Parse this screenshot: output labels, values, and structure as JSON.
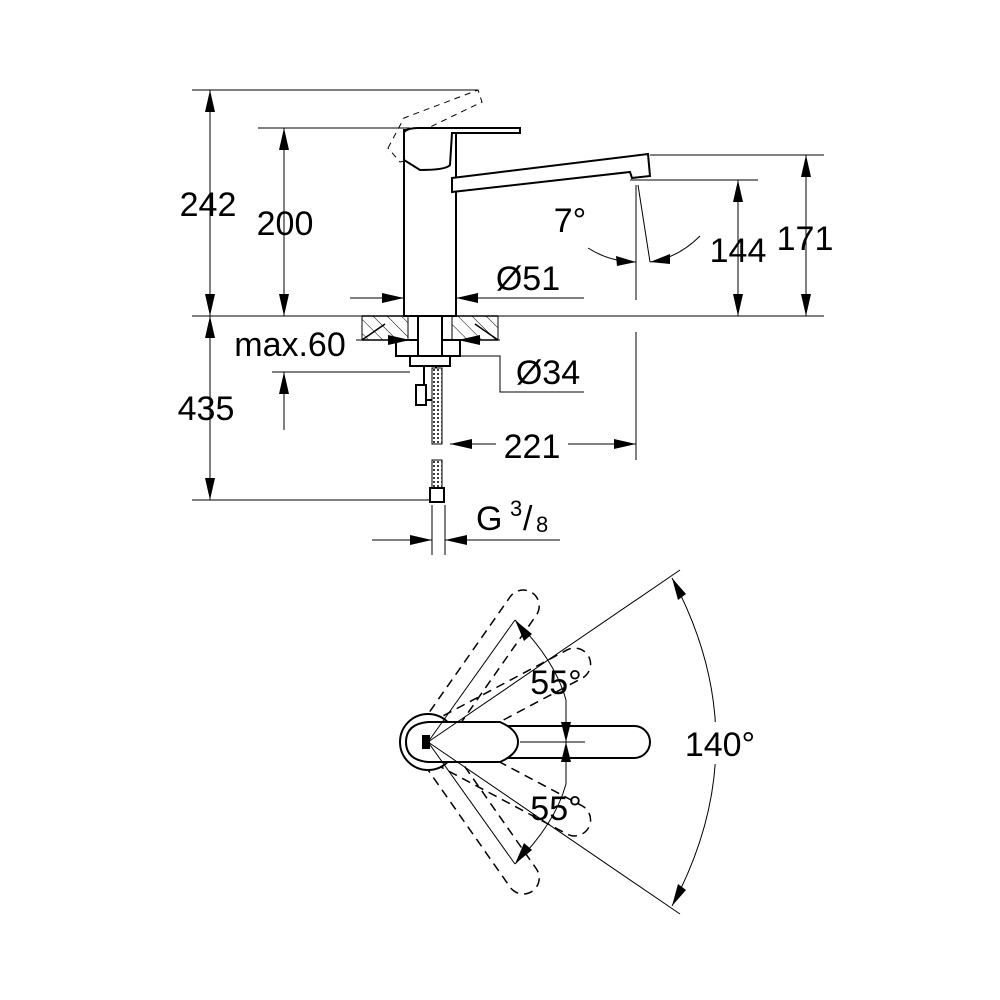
{
  "dimensions": {
    "overall_height": "242",
    "lever_height": "200",
    "spout_height": "171",
    "spout_outlet_height": "144",
    "spout_angle": "7°",
    "body_diameter": "Ø51",
    "max_deck_thickness": "max.60",
    "hole_diameter": "Ø34",
    "hose_length": "435",
    "spout_reach": "221",
    "connection_thread": "G",
    "thread_numerator": "3",
    "thread_denominator": "8"
  },
  "rotation": {
    "upper_angle": "55°",
    "lower_angle": "55°",
    "total_angle": "140°"
  }
}
